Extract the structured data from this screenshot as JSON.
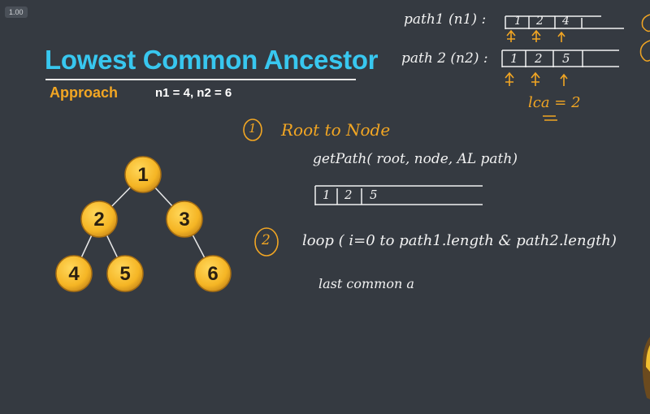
{
  "overlay": {
    "timestamp": "1.00"
  },
  "slide": {
    "title": "Lowest Common Ancestor",
    "section": "Approach",
    "params": "n1 = 4, n2 = 6"
  },
  "tree": {
    "nodes": [
      {
        "id": "1",
        "label": "1"
      },
      {
        "id": "2",
        "label": "2"
      },
      {
        "id": "3",
        "label": "3"
      },
      {
        "id": "4",
        "label": "4"
      },
      {
        "id": "5",
        "label": "5"
      },
      {
        "id": "6",
        "label": "6"
      }
    ]
  },
  "notes": {
    "path1_label": "path1 (n1) :",
    "path1_cells": [
      "1",
      "2",
      "4"
    ],
    "path2_label": "path 2 (n2) :",
    "path2_cells": [
      "1",
      "2",
      "5"
    ],
    "lca": "lca = 2",
    "step1_number": "1",
    "step1_text": "Root to Node",
    "getpath": "getPath( root, node, AL path)",
    "getpath_cells": [
      "1",
      "2",
      "5"
    ],
    "step2_number": "2",
    "step2_text": "loop ( i=0 to path1.length & path2.length)",
    "step2_line2": "last common a"
  },
  "colors": {
    "background": "#353a41",
    "title": "#38c7ef",
    "accent": "#f2a623",
    "node_fill": "#f5b524",
    "ink": "#f2f2f2"
  }
}
